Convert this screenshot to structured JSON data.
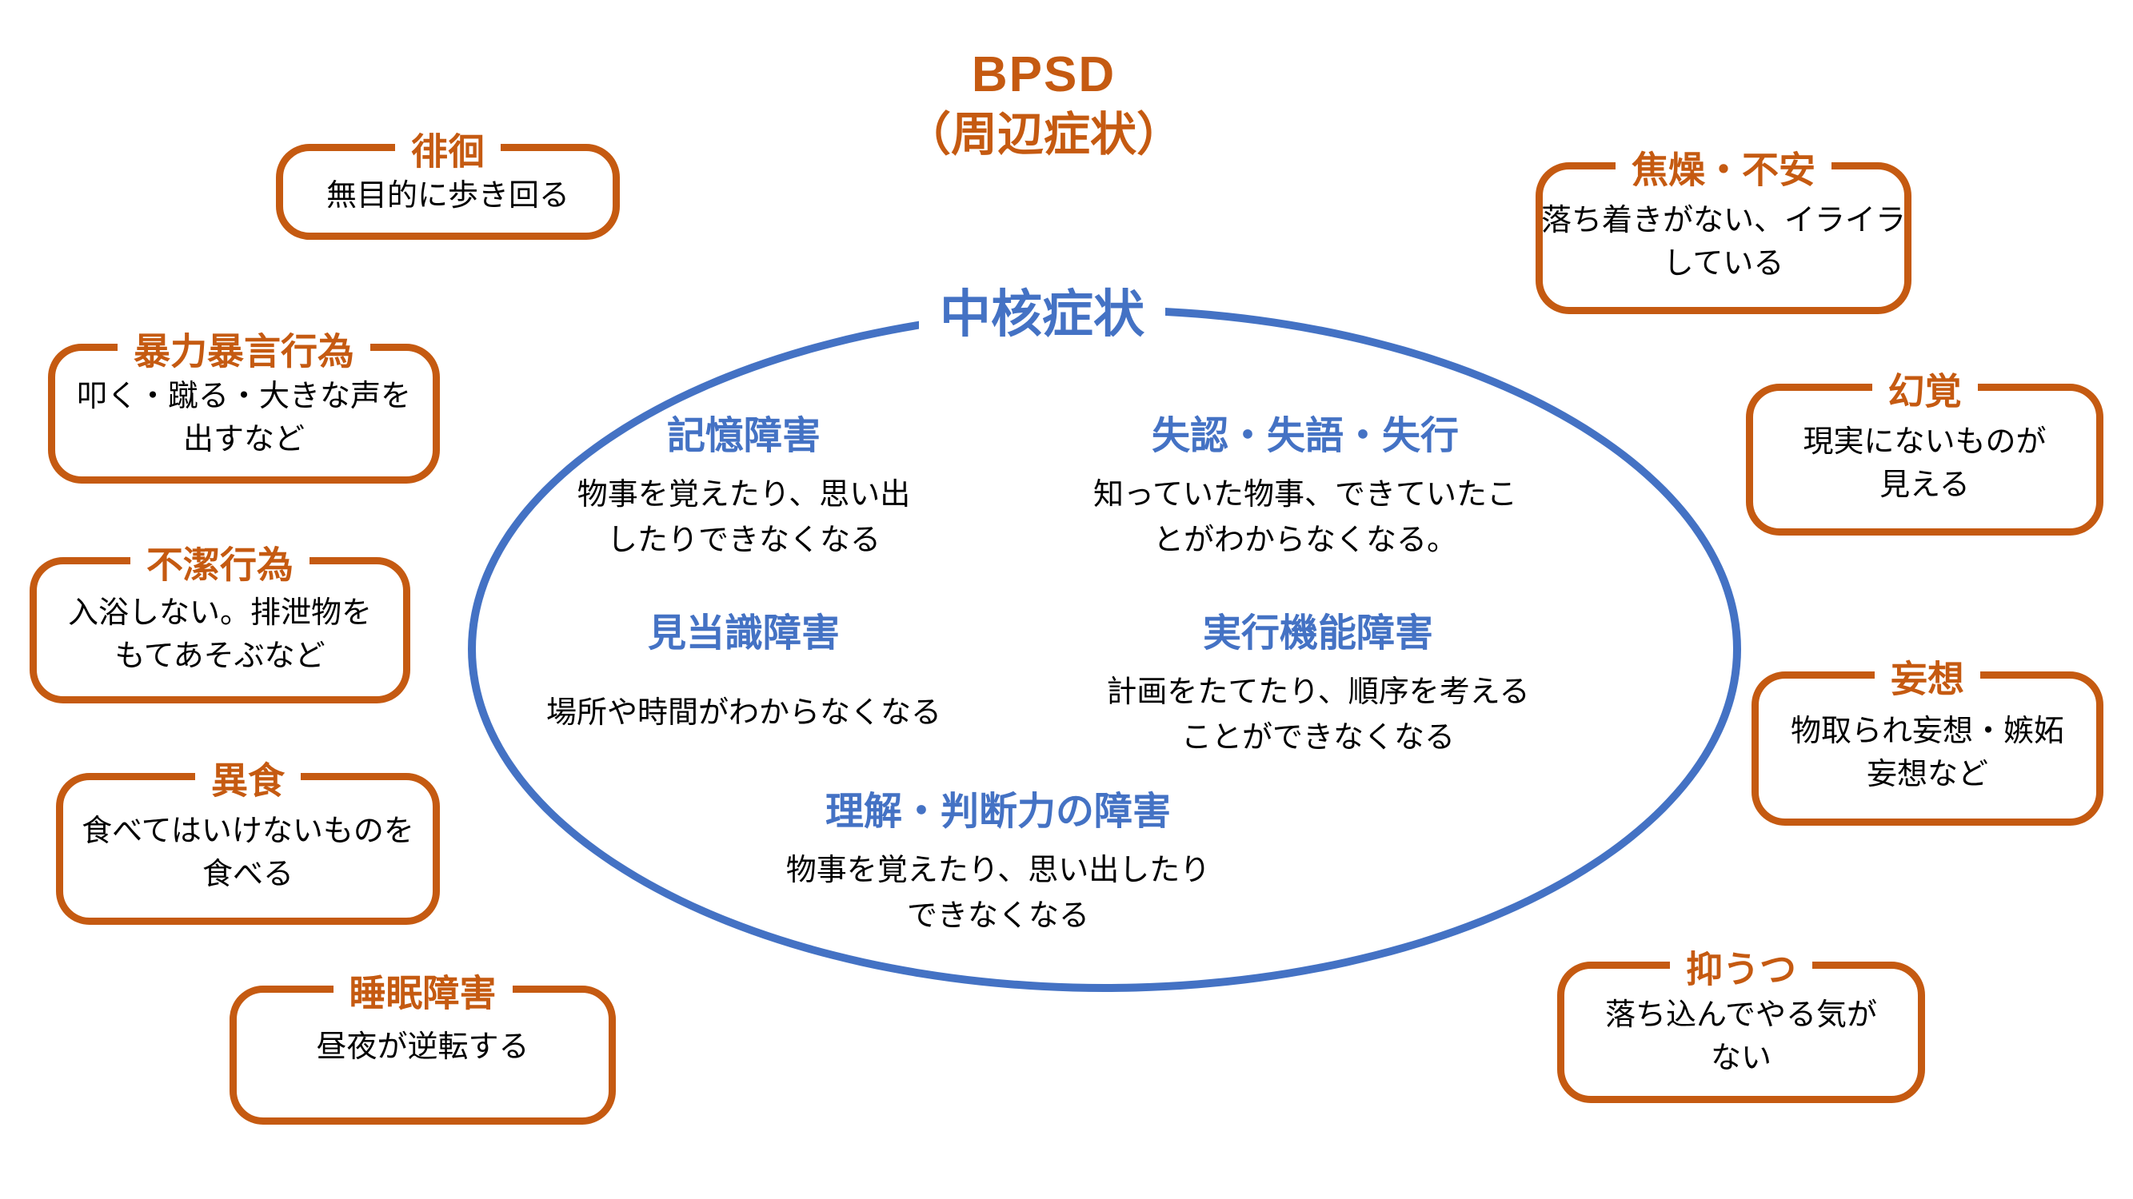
{
  "title": {
    "line1": "BPSD",
    "line2": "（周辺症状）"
  },
  "core": {
    "label": "中核症状",
    "items": [
      {
        "id": "memory",
        "title": "記憶障害",
        "body": [
          "物事を覚えたり、思い出",
          "したりできなくなる"
        ]
      },
      {
        "id": "agnosia",
        "title": "失認・失語・失行",
        "body": [
          "知っていた物事、できていたこ",
          "とがわからなくなる。"
        ]
      },
      {
        "id": "orientation",
        "title": "見当識障害",
        "body": [
          "場所や時間がわからなくなる"
        ]
      },
      {
        "id": "executive",
        "title": "実行機能障害",
        "body": [
          "計画をたてたり、順序を考える",
          "ことができなくなる"
        ]
      },
      {
        "id": "judgment",
        "title": "理解・判断力の障害",
        "body": [
          "物事を覚えたり、思い出したり",
          "できなくなる"
        ]
      }
    ]
  },
  "peripheral": {
    "items": [
      {
        "id": "wandering",
        "title": "徘徊",
        "body": [
          "無目的に歩き回る"
        ]
      },
      {
        "id": "violence",
        "title": "暴力暴言行為",
        "body": [
          "叩く・蹴る・大きな声を",
          "出すなど"
        ]
      },
      {
        "id": "uncleanliness",
        "title": "不潔行為",
        "body": [
          "入浴しない。排泄物を",
          "もてあそぶなど"
        ]
      },
      {
        "id": "pica",
        "title": "異食",
        "body": [
          "食べてはいけないものを",
          "食べる"
        ]
      },
      {
        "id": "sleep",
        "title": "睡眠障害",
        "body": [
          "昼夜が逆転する"
        ]
      },
      {
        "id": "agitation",
        "title": "焦燥・不安",
        "body": [
          "落ち着きがない、イライラ",
          "している"
        ]
      },
      {
        "id": "hallucination",
        "title": "幻覚",
        "body": [
          "現実にないものが",
          "見える"
        ]
      },
      {
        "id": "delusion",
        "title": "妄想",
        "body": [
          "物取られ妄想・嫉妬",
          "妄想など"
        ]
      },
      {
        "id": "depression",
        "title": "抑うつ",
        "body": [
          "落ち込んでやる気が",
          "ない"
        ]
      }
    ]
  },
  "colors": {
    "accent_orange": "#C55A11",
    "accent_blue": "#4472C4",
    "body_text": "#000000",
    "background": "#FFFFFF"
  }
}
